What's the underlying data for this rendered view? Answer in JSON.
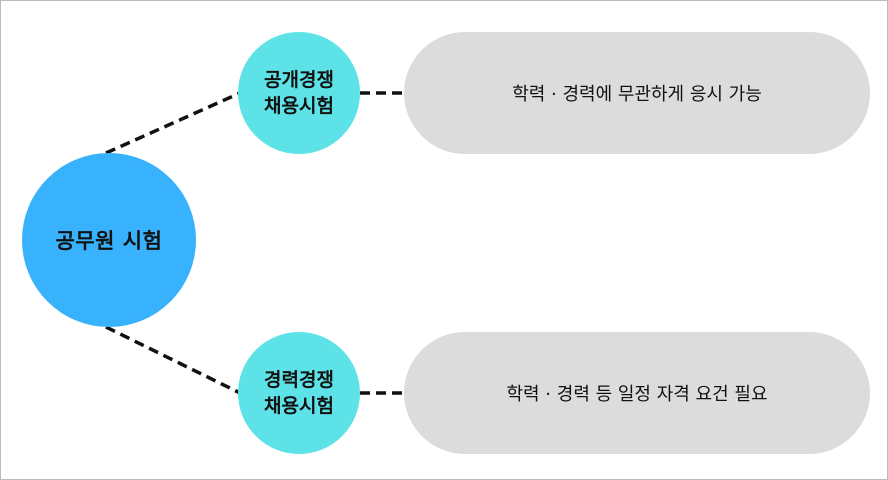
{
  "root": {
    "label": "공무원 시험"
  },
  "branches": [
    {
      "line1": "공개경쟁",
      "line2": "채용시험",
      "description": "학력 · 경력에 무관하게 응시 가능"
    },
    {
      "line1": "경력경쟁",
      "line2": "채용시험",
      "description": "학력 · 경력 등 일정 자격 요건 필요"
    }
  ],
  "colors": {
    "root_fill": "#38b2fc",
    "branch_fill": "#5de3e7",
    "pill_fill": "#dcdcdc",
    "connector": "#111111"
  }
}
